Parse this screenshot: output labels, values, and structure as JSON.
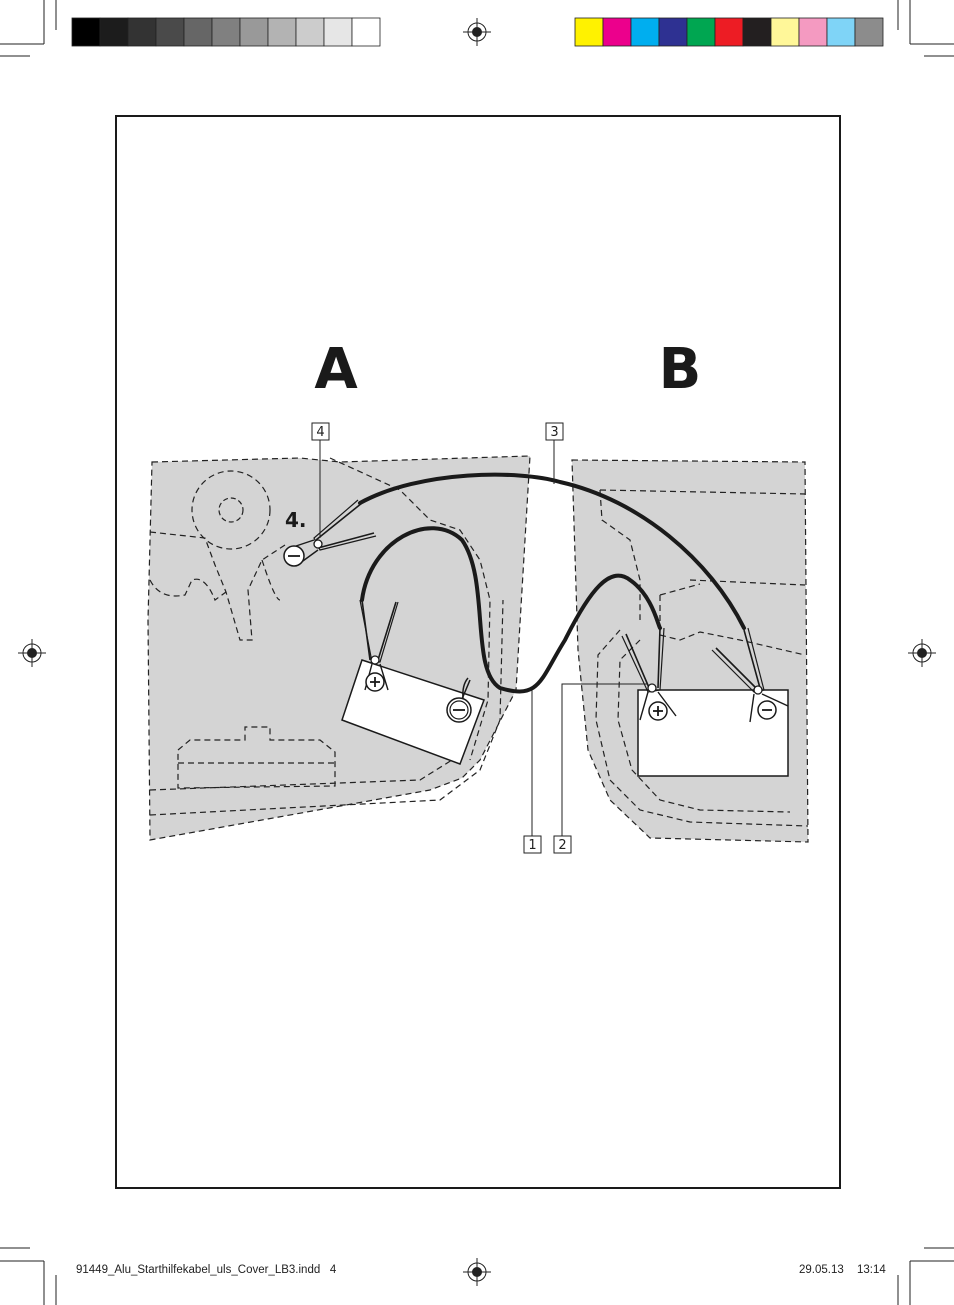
{
  "print_marks": {
    "gray_scale": [
      "#000000",
      "#1c1c1c",
      "#333333",
      "#4a4a4a",
      "#666666",
      "#808080",
      "#999999",
      "#b3b3b3",
      "#cccccc",
      "#e6e6e6",
      "#ffffff"
    ],
    "color_scale": [
      "#fff200",
      "#ec008c",
      "#00aeef",
      "#2e3192",
      "#00a651",
      "#ed1c24",
      "#231f20",
      "#fff799",
      "#f49ac1",
      "#7fd4f7",
      "#8c8c8c"
    ]
  },
  "diagram": {
    "label_a": "A",
    "label_b": "B",
    "step": "4.",
    "callouts": [
      "1",
      "2",
      "3",
      "4"
    ],
    "colors": {
      "engine_bay": "#d4d4d4",
      "cable": "#1a1a1a",
      "frame": "#1a1a1a"
    }
  },
  "footer": {
    "file": "91449_Alu_Starthilfekabel_uls_Cover_LB3.indd   4",
    "date": "29.05.13",
    "time": "13:14"
  }
}
